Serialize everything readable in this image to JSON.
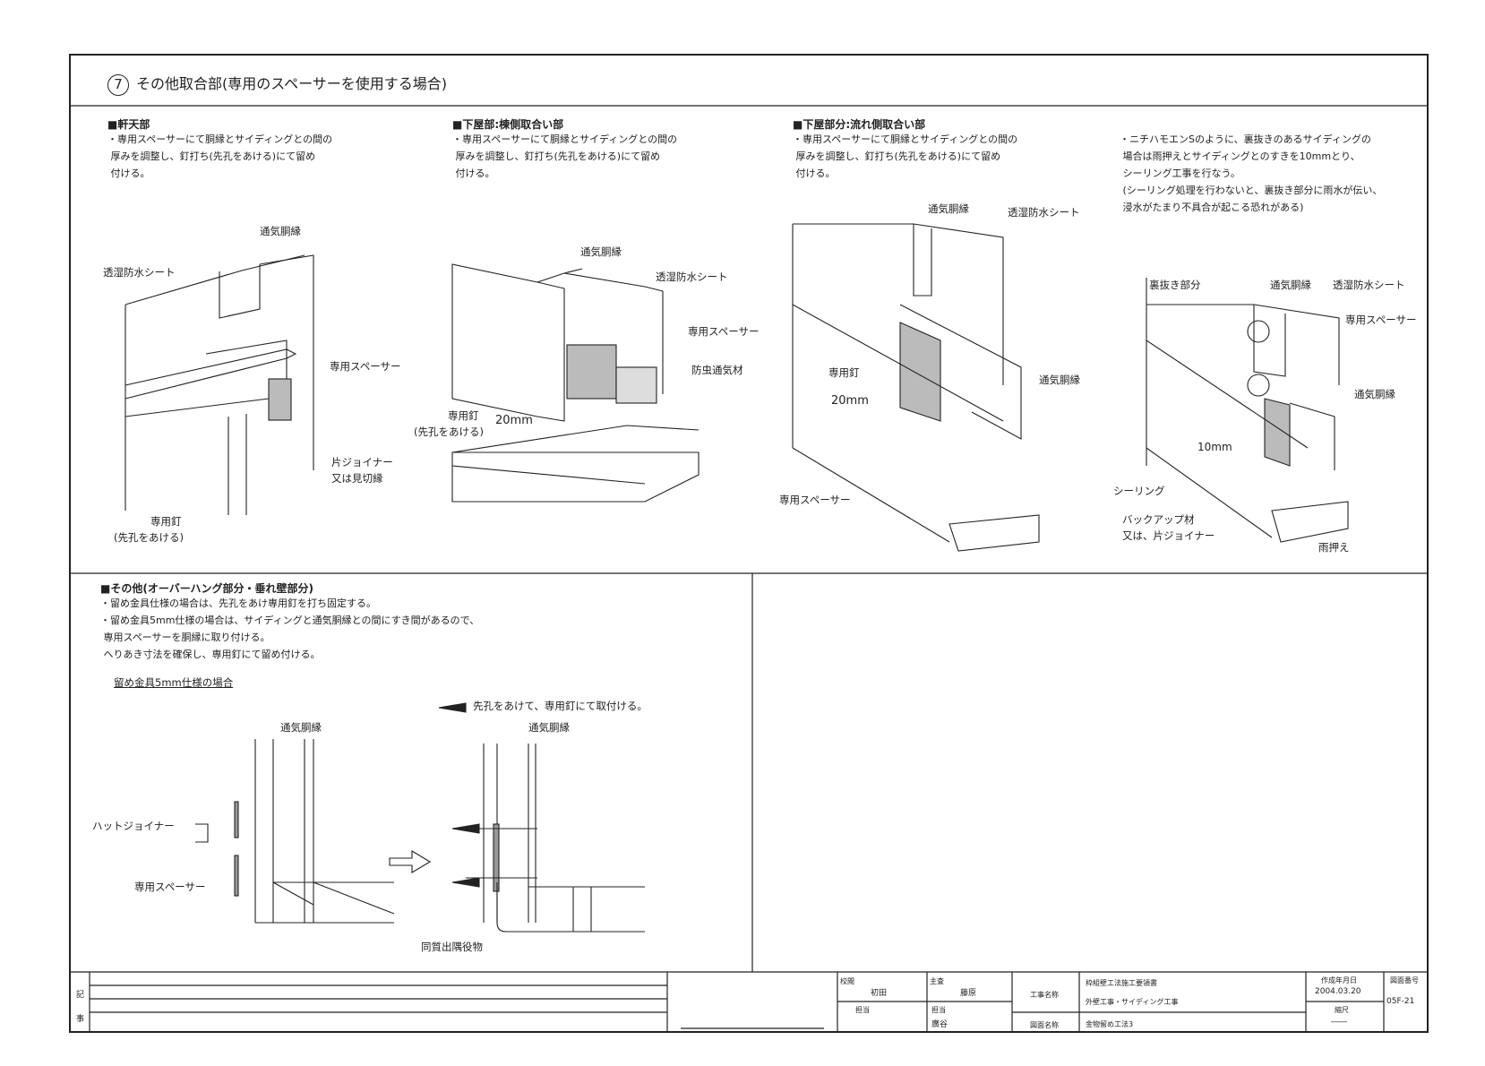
{
  "header": {
    "num": "7",
    "title": "その他取合部(専用のスペーサーを使用する場合)"
  },
  "sections": {
    "eaves": {
      "head": "■軒天部",
      "body": "・専用スペーサーにて胴縁とサイディングとの間の\n 厚みを調整し、釘打ち(先孔をあける)にて留め\n 付ける。",
      "labels": {
        "vent_batten": "通気胴縁",
        "sheet": "透湿防水シート",
        "spacer": "専用スペーサー",
        "joiner": "片ジョイナー",
        "joiner2": "又は見切縁",
        "nail": "専用釘",
        "nail2": "(先孔をあける)"
      }
    },
    "lower_side": {
      "head": "■下屋部:棟側取合い部",
      "body": "・専用スペーサーにて胴縁とサイディングとの間の\n 厚みを調整し、釘打ち(先孔をあける)にて留め\n 付ける。",
      "labels": {
        "vent_batten": "通気胴縁",
        "sheet": "透湿防水シート",
        "spacer": "専用スペーサー",
        "insect": "防虫通気材",
        "nail": "専用釘",
        "nail2": "(先孔をあける)",
        "dim": "20mm"
      }
    },
    "lower_flow": {
      "head": "■下屋部分:流れ側取合い部",
      "body": "・専用スペーサーにて胴縁とサイディングとの間の\n 厚みを調整し、釘打ち(先孔をあける)にて留め\n 付ける。",
      "labels": {
        "vent_batten": "通気胴縁",
        "sheet": "透湿防水シート",
        "nail": "専用釘",
        "dim": "20mm",
        "vent_batten2": "通気胴縁",
        "spacer": "専用スペーサー"
      }
    },
    "nichiha": {
      "body": "・ニチハモエンSのように、裏抜きのあるサイディングの\n 場合は雨押えとサイディングとのすきを10mmとり、\n シーリング工事を行なう。\n (シーリング処理を行わないと、裏抜き部分に雨水が伝い、\n 浸水がたまり不具合が起こる恐れがある)",
      "labels": {
        "back": "裏抜き部分",
        "vent_batten": "通気胴縁",
        "sheet": "透湿防水シート",
        "spacer": "専用スペーサー",
        "vent_batten2": "通気胴縁",
        "dim": "10mm",
        "sealing": "シーリング",
        "backup": "バックアップ材",
        "backup2": "又は、片ジョイナー",
        "flashing": "雨押え"
      }
    },
    "other": {
      "head": "■その他(オーバーハング部分・垂れ壁部分)",
      "body": "・留め金具仕様の場合は、先孔をあけ専用釘を打ち固定する。\n・留め金具5mm仕様の場合は、サイディングと通気胴縁との間にすき間があるので、\n 専用スペーサーを胴縁に取り付ける。\n へりあき寸法を確保し、専用釘にて留め付ける。",
      "sub": "留め金具5mm仕様の場合",
      "note": "先孔をあけて、専用釘にて取付ける。",
      "labels": {
        "vent_batten": "通気胴縁",
        "vent_batten2": "通気胴縁",
        "hat": "ハットジョイナー",
        "spacer": "専用スペーサー",
        "corner": "同質出隅役物"
      }
    }
  },
  "titleblock": {
    "rec": "記",
    "rec2": "事",
    "checked_label": "校閲",
    "checked": "初田",
    "chief_label": "主査",
    "chief": "藤原",
    "charge_label": "担当",
    "charge_label2": "担当",
    "charge": "廣谷",
    "project_label": "工事名称",
    "project1": "枠組壁工法施工要領書",
    "project2": "外壁工事・サイディング工事",
    "drawing_label": "図面名称",
    "drawing": "金物留め工法3",
    "date_label": "作成年月日",
    "date": "2004.03.20",
    "scale_label": "縮尺",
    "scale": "――",
    "no_label": "図面番号",
    "no": "05F-21"
  }
}
